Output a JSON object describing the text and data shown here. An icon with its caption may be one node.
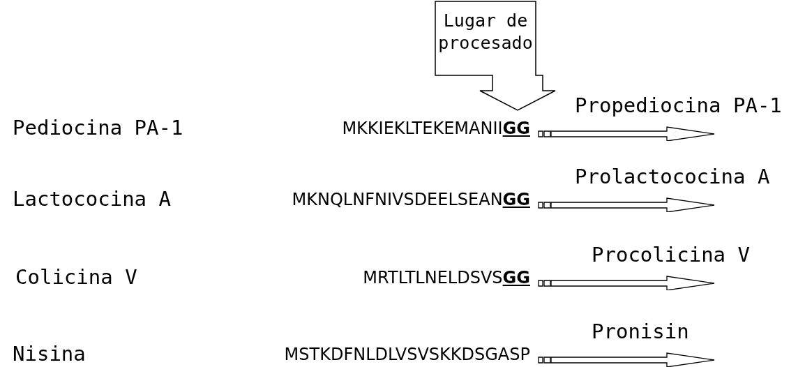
{
  "diagram": {
    "nodes": [
      {
        "text": [
          "Lugar de procesado"
        ]
      }
    ],
    "labels": [
      "Pediocina PA-1",
      "MKKIEKLTEKEMANII**GG**",
      "Propediocina PA-1",
      "Lactococina A",
      "MKNQLNFNIVSDEELSEAN**GG**",
      "Prolactococina A",
      "Colicina V",
      "MRTLTLNELDSVS**GG**",
      "Procolicina V",
      "Nisina",
      "MSTKDFNLDLVSVSKKDSGASP",
      "Pronisin"
    ]
  }
}
